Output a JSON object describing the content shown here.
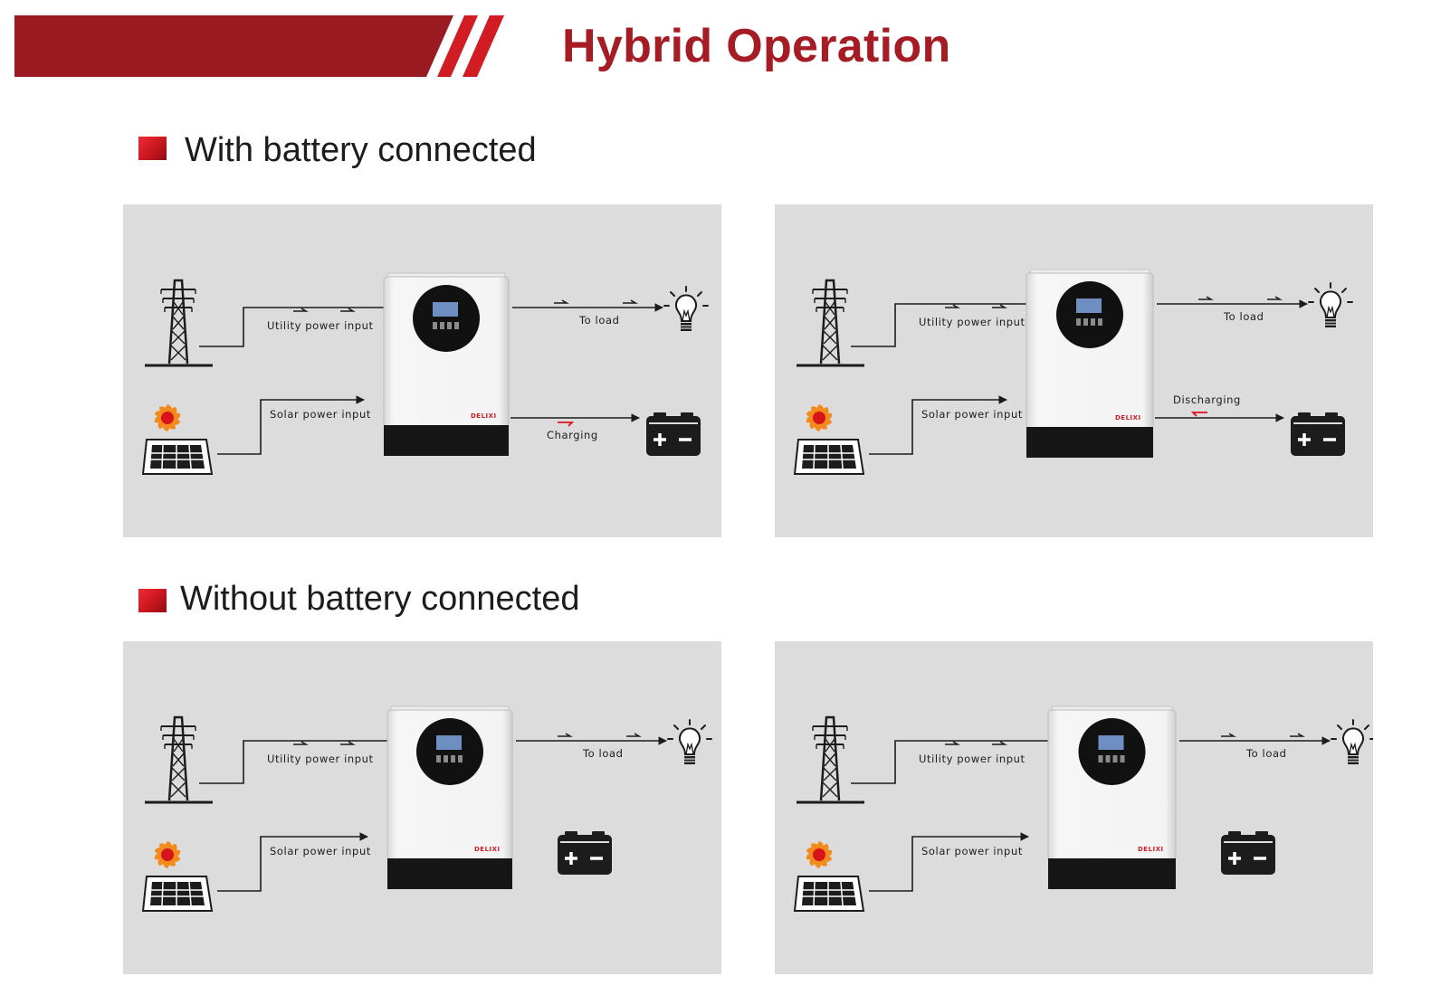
{
  "title": "Hybrid Operation",
  "colors": {
    "brand_red": "#a51c24",
    "panel_bg": "#dcdcdc",
    "inverter_body": "#f2f2f2",
    "inverter_base": "#161616",
    "line": "#1c1c1c",
    "sun_outer": "#f28a1c",
    "sun_inner": "#d8141b"
  },
  "sections": [
    {
      "heading": "With battery connected",
      "panels": [
        {
          "utility_label": "Utility power input",
          "solar_label": "Solar power input",
          "load_label": "To load",
          "battery_label": "Charging",
          "battery_flow": "to-battery",
          "inverter_brand": "DELIXI",
          "icons": [
            "transmission-tower-icon",
            "sun-icon",
            "solar-panel-icon",
            "light-bulb-icon",
            "battery-icon"
          ]
        },
        {
          "utility_label": "Utility power input",
          "solar_label": "Solar power input",
          "load_label": "To load",
          "battery_label": "Discharging",
          "battery_flow": "from-battery",
          "inverter_brand": "DELIXI",
          "icons": [
            "transmission-tower-icon",
            "sun-icon",
            "solar-panel-icon",
            "light-bulb-icon",
            "battery-icon"
          ]
        }
      ]
    },
    {
      "heading": "Without battery connected",
      "panels": [
        {
          "utility_label": "Utility power input",
          "solar_label": "Solar power input",
          "load_label": "To load",
          "battery_label": "",
          "battery_flow": "none",
          "inverter_brand": "DELIXI",
          "icons": [
            "transmission-tower-icon",
            "sun-icon",
            "solar-panel-icon",
            "light-bulb-icon",
            "battery-icon"
          ]
        },
        {
          "utility_label": "Utility power input",
          "solar_label": "Solar power input",
          "load_label": "To load",
          "battery_label": "",
          "battery_flow": "none",
          "inverter_brand": "DELIXI",
          "icons": [
            "transmission-tower-icon",
            "sun-icon",
            "solar-panel-icon",
            "light-bulb-icon",
            "battery-icon"
          ]
        }
      ]
    }
  ]
}
